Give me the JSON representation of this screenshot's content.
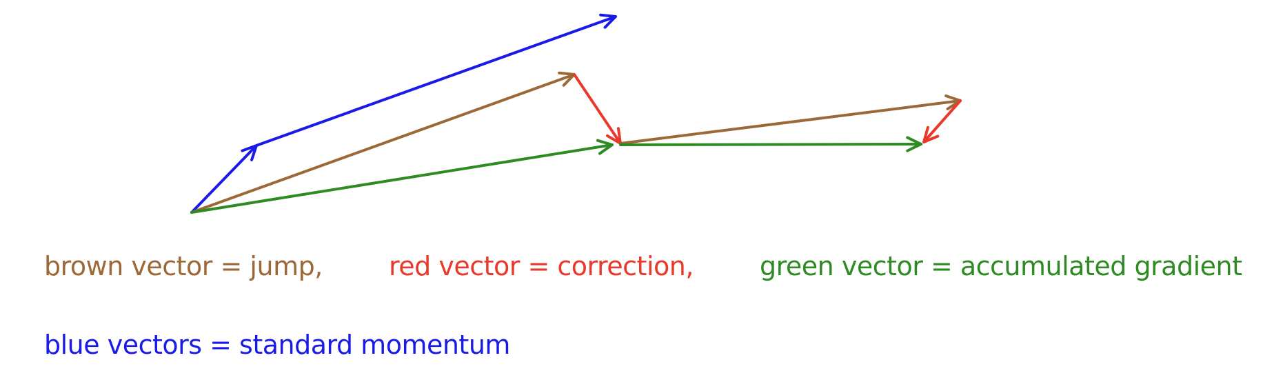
{
  "colors": {
    "brown": "#9c6838",
    "red": "#e8392b",
    "green": "#2e8a22",
    "blue": "#1a1ae8"
  },
  "legend": {
    "brown": "brown vector = jump,",
    "red": "red vector = correction,",
    "green": "green vector = accumulated gradient",
    "blue": "blue vectors = standard momentum"
  }
}
